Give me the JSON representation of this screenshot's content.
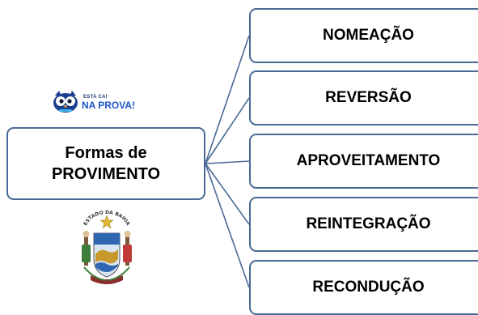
{
  "root": {
    "line1": "Formas de",
    "line2": "PROVIMENTO"
  },
  "children": [
    {
      "label": "NOMEAÇÃO"
    },
    {
      "label": "REVERSÃO"
    },
    {
      "label": "APROVEITAMENTO"
    },
    {
      "label": "REINTEGRAÇÃO"
    },
    {
      "label": "RECONDUÇÃO"
    }
  ],
  "logo": {
    "small_text": "ESTA CAI",
    "big_text": "NA PROVA!",
    "icon": "owl-icon"
  },
  "crest": {
    "icon": "state-coat-of-arms",
    "motto": "ESTADO DA BAHIA"
  },
  "colors": {
    "border": "#4a6a95",
    "connector": "#4a6a95",
    "text": "#000000",
    "logo_blue": "#1b55c4"
  }
}
